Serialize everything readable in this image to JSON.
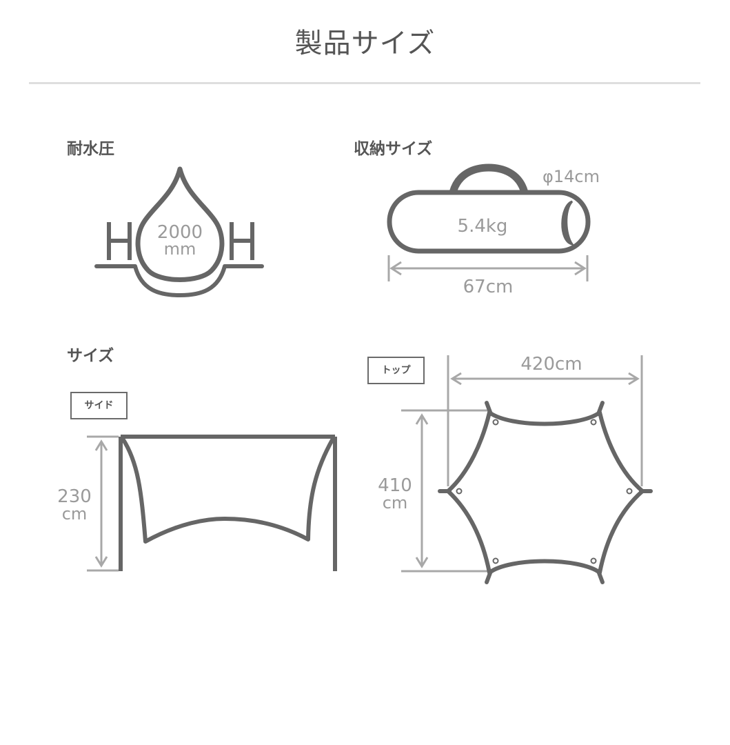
{
  "header": {
    "title": "製品サイズ"
  },
  "sections": {
    "water_resistance": {
      "label": "耐水圧",
      "value": "2000",
      "unit": "mm",
      "h_left": "H",
      "h_right": "H"
    },
    "packed_size": {
      "label": "収納サイズ",
      "diameter": "φ14cm",
      "weight": "5.4kg",
      "length": "67cm"
    },
    "size": {
      "label": "サイズ",
      "side": {
        "tag": "サイド",
        "height_value": "230",
        "height_unit": "cm"
      },
      "top": {
        "tag": "トップ",
        "width": "420cm",
        "depth_value": "410",
        "depth_unit": "cm"
      }
    }
  },
  "colors": {
    "line_dark": "#666666",
    "line_light": "#a8a8a8",
    "text_light": "#9a9a9a",
    "divider": "#dedede"
  }
}
